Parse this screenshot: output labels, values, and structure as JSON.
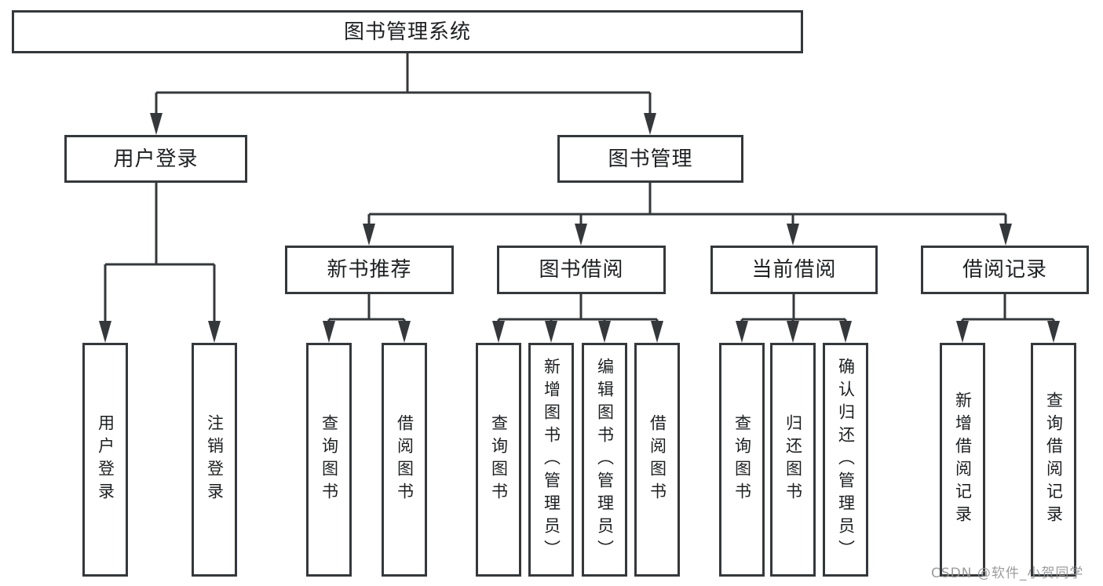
{
  "diagram": {
    "title": "图书管理系统",
    "tree": {
      "root": "图书管理系统",
      "branches": [
        {
          "label": "用户登录",
          "children": [
            "用户登录",
            "注销登录"
          ]
        },
        {
          "label": "图书管理",
          "groups": [
            {
              "label": "新书推荐",
              "children": [
                "查询图书",
                "借阅图书"
              ]
            },
            {
              "label": "图书借阅",
              "children": [
                "查询图书",
                "新增图书（管理员）",
                "编辑图书（管理员）",
                "借阅图书"
              ]
            },
            {
              "label": "当前借阅",
              "children": [
                "查询图书",
                "归还图书",
                "确认归还（管理员）"
              ]
            },
            {
              "label": "借阅记录",
              "children": [
                "新增借阅记录",
                "查询借阅记录"
              ]
            }
          ]
        }
      ]
    },
    "line_color": "#35383b",
    "box_background": "#ffffff",
    "watermark": "CSDN @软件_小贺同学"
  }
}
